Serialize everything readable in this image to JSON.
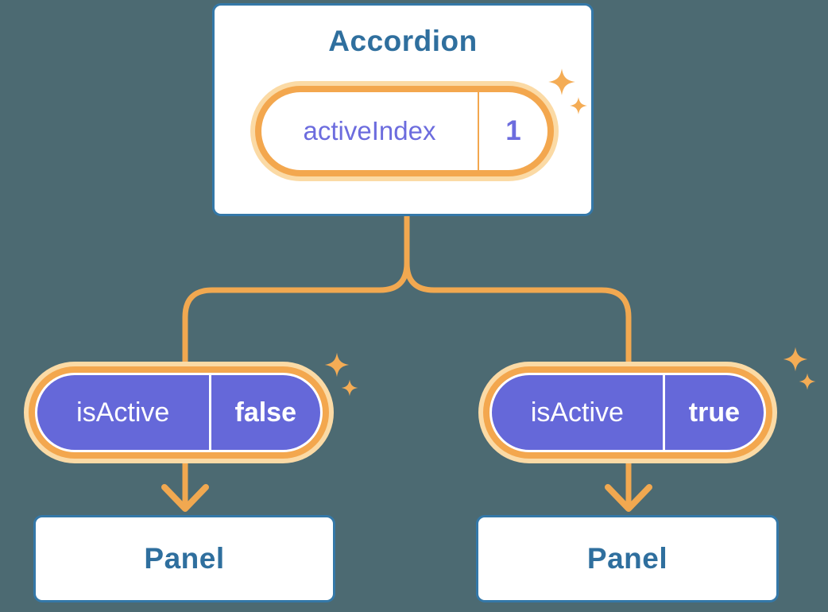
{
  "colors": {
    "canvas_background": "#4C6A72",
    "card_border": "#3478A8",
    "heading_text": "#2F6F9E",
    "connector_orange": "#F1A850",
    "pill_ring_orange": "#F3A74E",
    "pill_glow": "#FBDAA5",
    "pill_purple_fill": "#6568D9",
    "pill_purple_text": "#6C6CDE",
    "pill_value_text_on_purple": "#FFFFFF",
    "sparkle_orange": "#F4AC55"
  },
  "icons": {
    "sparkle": "four-point-star",
    "arrow": "chevron-down-arrow"
  },
  "tree": {
    "root": {
      "title": "Accordion",
      "state": {
        "label": "activeIndex",
        "value": "1"
      }
    },
    "children": [
      {
        "state": {
          "label": "isActive",
          "value": "false"
        },
        "target": {
          "title": "Panel"
        }
      },
      {
        "state": {
          "label": "isActive",
          "value": "true"
        },
        "target": {
          "title": "Panel"
        }
      }
    ]
  }
}
